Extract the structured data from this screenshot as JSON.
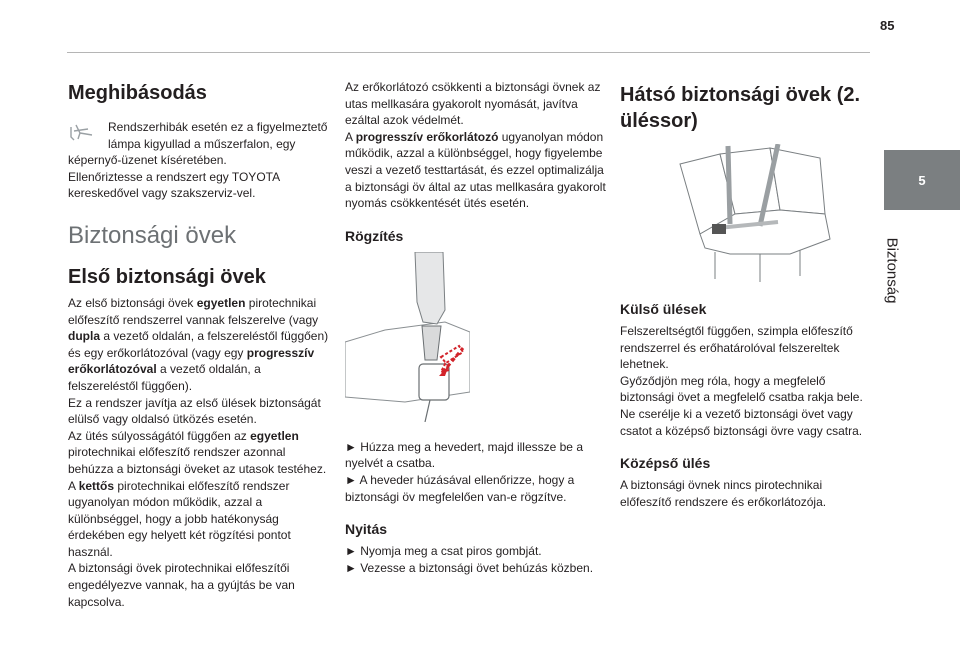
{
  "page": {
    "number": "85",
    "chapter_number": "5",
    "chapter_title": "Biztonság"
  },
  "col1": {
    "malfunction_title": "Meghibásodás",
    "warning_text": "Rendszerhibák esetén ez a figyelmeztető lámpa kigyullad a műszerfalon, egy",
    "warning_text_2": "képernyő-üzenet kíséretében.",
    "warning_text_3": "Ellenőriztesse a rendszert egy TOYOTA kereskedővel vagy szakszerviz-vel.",
    "section_title": "Biztonsági övek",
    "front_title": "Első biztonsági övek",
    "p1_a": "Az első biztonsági övek ",
    "p1_b": "egyetlen",
    "p1_c": " pirotechnikai előfeszítő rendszerrel vannak felszerelve (vagy ",
    "p1_d": "dupla",
    "p1_e": " a vezető oldalán, a felszereléstől függően) és egy erőkorlátozóval (vagy egy ",
    "p1_f": "progresszív erőkorlátozóval",
    "p1_g": " a vezető oldalán, a felszereléstől függően).",
    "p2": "Ez a rendszer javítja az első ülések biztonságát elülső vagy oldalsó ütközés esetén.",
    "p3_a": "Az ütés súlyosságától függően az ",
    "p3_b": "egyetlen",
    "p3_c": " pirotechnikai előfeszítő rendszer azonnal behúzza a biztonsági öveket az utasok testéhez.",
    "p4_a": "A ",
    "p4_b": "kettős",
    "p4_c": " pirotechnikai előfeszítő rendszer ugyanolyan módon működik, azzal a különbséggel, hogy a jobb hatékonyság érdekében egy helyett két rögzítési pontot használ.",
    "p5": "A biztonsági övek pirotechnikai előfeszítői engedélyezve vannak, ha a gyújtás be van kapcsolva."
  },
  "col2": {
    "p1": "Az erőkorlátozó csökkenti a biztonsági övnek az utas mellkasára gyakorolt nyomását, javítva ezáltal azok védelmét.",
    "p2_a": "A ",
    "p2_b": "progresszív erőkorlátozó",
    "p2_c": " ugyanolyan módon működik, azzal a különbséggel, hogy figyelembe veszi a vezető testtartását, és ezzel optimalizálja a biztonsági öv által az utas mellkasára gyakorolt nyomás csökkentését ütés esetén.",
    "fasten_title": "Rögzítés",
    "fasten_1": "► Húzza meg a hevedert, majd illessze be a nyelvét a csatba.",
    "fasten_2": "► A heveder húzásával ellenőrizze, hogy a biztonsági öv megfelelően van-e rögzítve.",
    "open_title": "Nyitás",
    "open_1": "► Nyomja meg a csat piros gombját.",
    "open_2": "► Vezesse a biztonsági övet behúzás közben."
  },
  "col3": {
    "rear_title": "Hátsó biztonsági övek (2. üléssor)",
    "outer_title": "Külső ülések",
    "outer_p1": "Felszereltségtől függően, szimpla előfeszítő rendszerrel és erőhatárolóval felszereltek lehetnek.",
    "outer_p2": "Győződjön meg róla, hogy a megfelelő biztonsági övet a megfelelő csatba rakja bele.",
    "outer_p3": "Ne cserélje ki a vezető biztonsági övet vagy csatot a középső biztonsági övre vagy csatra.",
    "center_title": "Középső ülés",
    "center_p1": "A biztonsági övnek nincs pirotechnikai előfeszítő rendszere és erőkorlátozója."
  },
  "colors": {
    "tab_gray": "#7b7f81",
    "heading_gray": "#6d7174",
    "arrow_red": "#d2232a"
  }
}
